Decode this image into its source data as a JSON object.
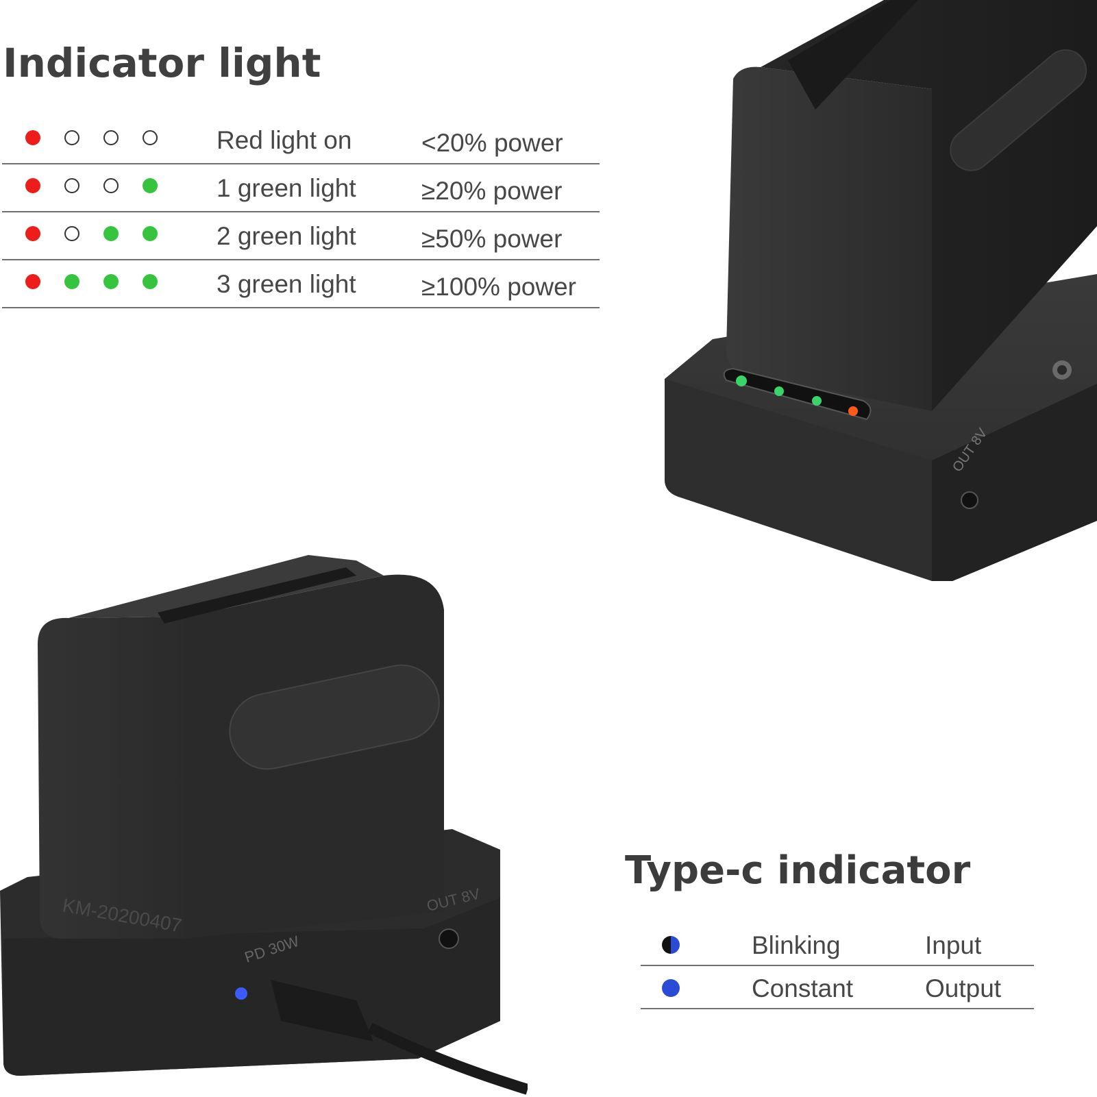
{
  "indicator": {
    "title": "Indicator light",
    "rows": [
      {
        "label": "Red light on",
        "power": "<20% power",
        "dots": [
          "red",
          "off",
          "off",
          "off"
        ]
      },
      {
        "label": "1 green light",
        "power": "≥20% power",
        "dots": [
          "red",
          "off",
          "off",
          "green"
        ]
      },
      {
        "label": "2 green light",
        "power": "≥50% power",
        "dots": [
          "red",
          "off",
          "green",
          "green"
        ]
      },
      {
        "label": "3 green light",
        "power": "≥100% power",
        "dots": [
          "red",
          "green",
          "green",
          "green"
        ]
      }
    ]
  },
  "typec": {
    "title": "Type-c indicator",
    "rows": [
      {
        "mode": "Blinking",
        "function": "Input",
        "dot": "blink"
      },
      {
        "mode": "Constant",
        "function": "Output",
        "dot": "constant"
      }
    ]
  },
  "product_top": {
    "port_label": "OUT 8V"
  },
  "product_bottom": {
    "model_text": "KM-20200407",
    "usb_label": "PD 30W",
    "port_label": "OUT 8V"
  },
  "colors": {
    "red": "#ef1c1c",
    "green": "#36c43e",
    "blue": "#2a4bd6"
  }
}
